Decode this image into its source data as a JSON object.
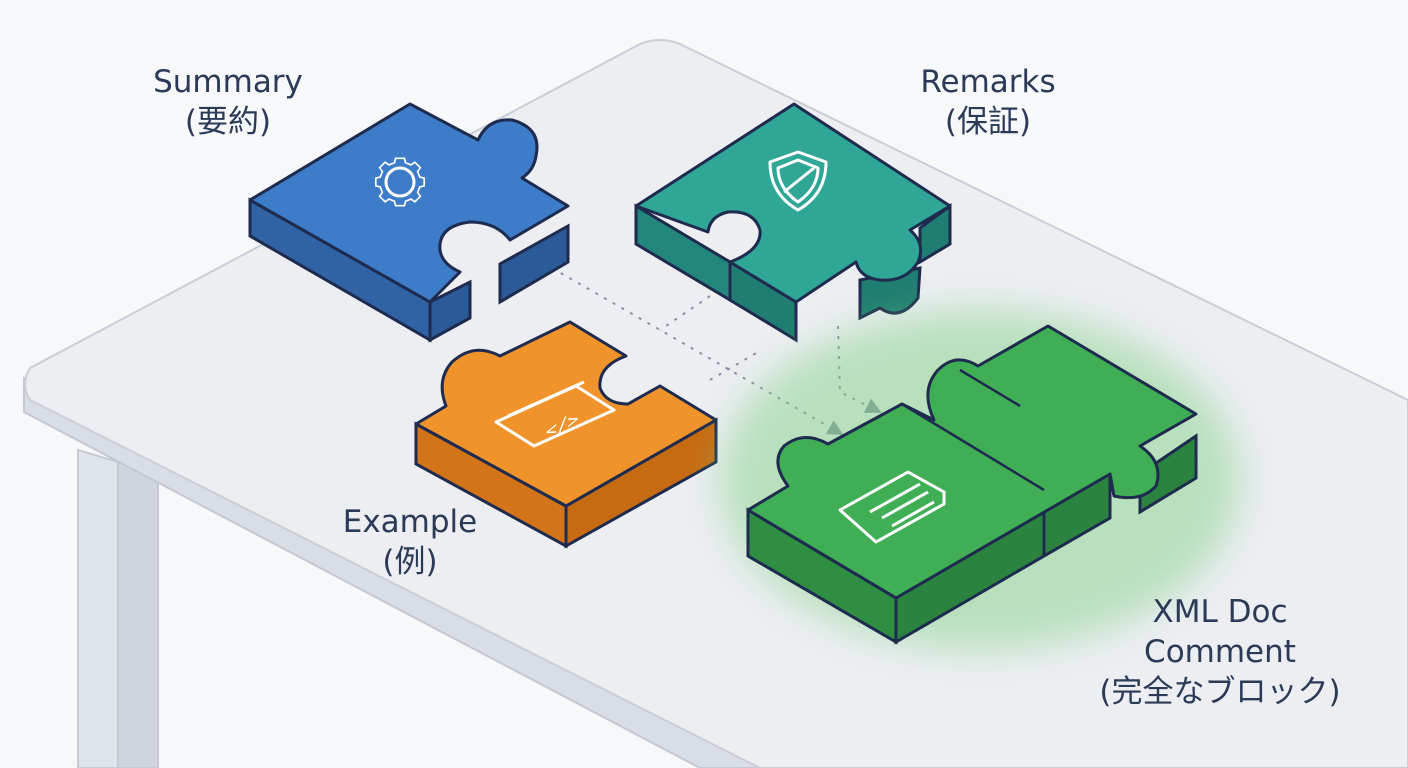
{
  "pieces": {
    "summary": {
      "title": "Summary",
      "subtitle": "(要約)",
      "icon": "gear-icon",
      "color": "#3d7cc9"
    },
    "remarks": {
      "title": "Remarks",
      "subtitle": "(保証)",
      "icon": "shield-icon",
      "color": "#2fa696"
    },
    "example": {
      "title": "Example",
      "subtitle": "(例)",
      "icon": "code-window-icon",
      "color": "#f0932b"
    },
    "xml_doc": {
      "title": "XML Doc",
      "title2": "Comment",
      "subtitle": "(完全なブロック)",
      "icon": "document-icon",
      "color": "#3fae55"
    }
  },
  "colors": {
    "outline": "#1e2b4f",
    "table_top": "#eceef2",
    "table_edge": "#d4d8e0",
    "connector": "#8a93a6",
    "glow": "#7ad07f"
  }
}
